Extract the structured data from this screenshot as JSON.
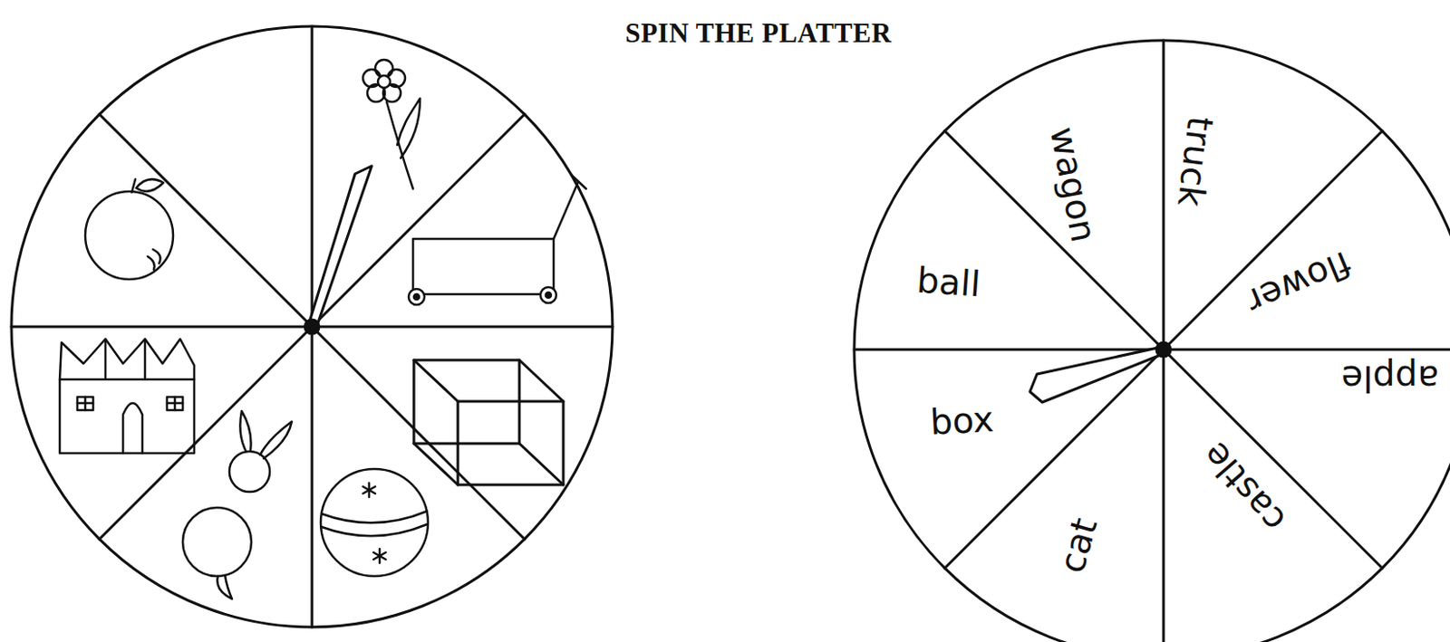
{
  "diagram": {
    "title": "SPIN THE PLATTER",
    "nodes": [
      {
        "text": [
          "wagon"
        ]
      },
      {
        "text": [
          "truck"
        ]
      },
      {
        "text": [
          "flower"
        ]
      },
      {
        "text": [
          "apple"
        ]
      },
      {
        "text": [
          "castle"
        ]
      },
      {
        "text": [
          "cat"
        ]
      },
      {
        "text": [
          "box"
        ]
      },
      {
        "text": [
          "ball"
        ]
      }
    ]
  }
}
